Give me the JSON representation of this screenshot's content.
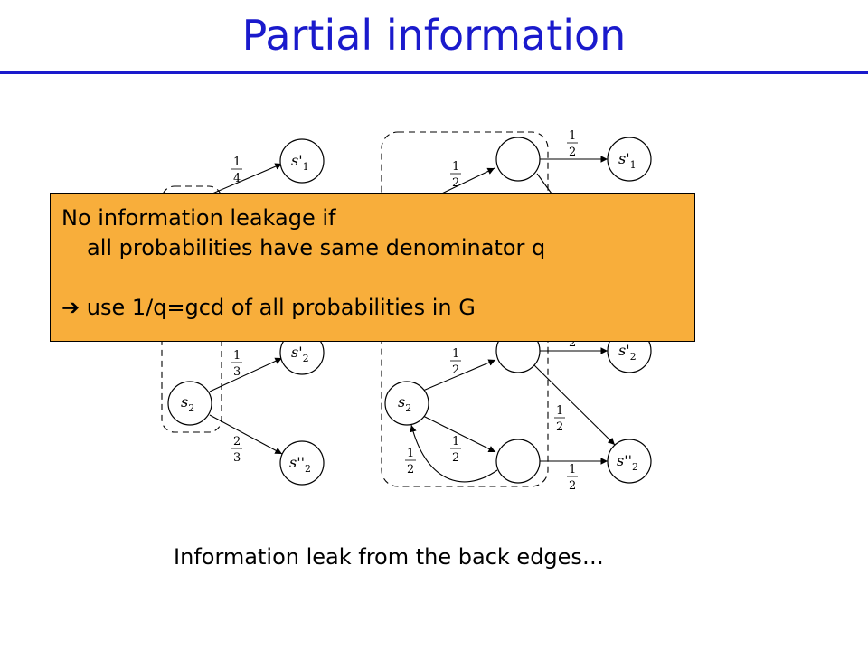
{
  "slide": {
    "title": "Partial information",
    "caption": "Information leak from the back edges…"
  },
  "callout": {
    "line1": "No information leakage if",
    "line2": "all probabilities have same denominator q",
    "line3_arrow": "➔",
    "line3": "use 1/q=gcd of all probabilities in G"
  },
  "diagram": {
    "left": {
      "nodes": {
        "s2": "s",
        "s1p": "s'",
        "s2p": "s'",
        "s2pp": "s''"
      },
      "subscripts": {
        "s2": "2",
        "s1p": "1",
        "s2p": "2",
        "s2pp": "2"
      },
      "edge_labels": {
        "to_s1p": {
          "num": "1",
          "den": "4"
        },
        "to_s2p": {
          "num": "1",
          "den": "3"
        },
        "to_s2pp": {
          "num": "2",
          "den": "3"
        }
      }
    },
    "right": {
      "nodes": {
        "s2": "s",
        "s1p": "s'",
        "s2p": "s'",
        "s2pp": "s''"
      },
      "subscripts": {
        "s2": "2",
        "s1p": "1",
        "s2p": "2",
        "s2pp": "2"
      },
      "edge_labels": {
        "top_to_s1p": {
          "num": "1",
          "den": "2"
        },
        "in_to_top": {
          "num": "1",
          "den": "2"
        },
        "s2_to_mid": {
          "num": "1",
          "den": "2"
        },
        "mid_to_s2p": {
          "den": "2"
        },
        "mid_to_s2pp": {
          "num": "1",
          "den": "2"
        },
        "s2_to_bot": {
          "num": "1",
          "den": "2"
        },
        "bot_back_s2": {
          "num": "1",
          "den": "2"
        },
        "bot_to_s2pp": {
          "num": "1",
          "den": "2"
        }
      }
    }
  }
}
